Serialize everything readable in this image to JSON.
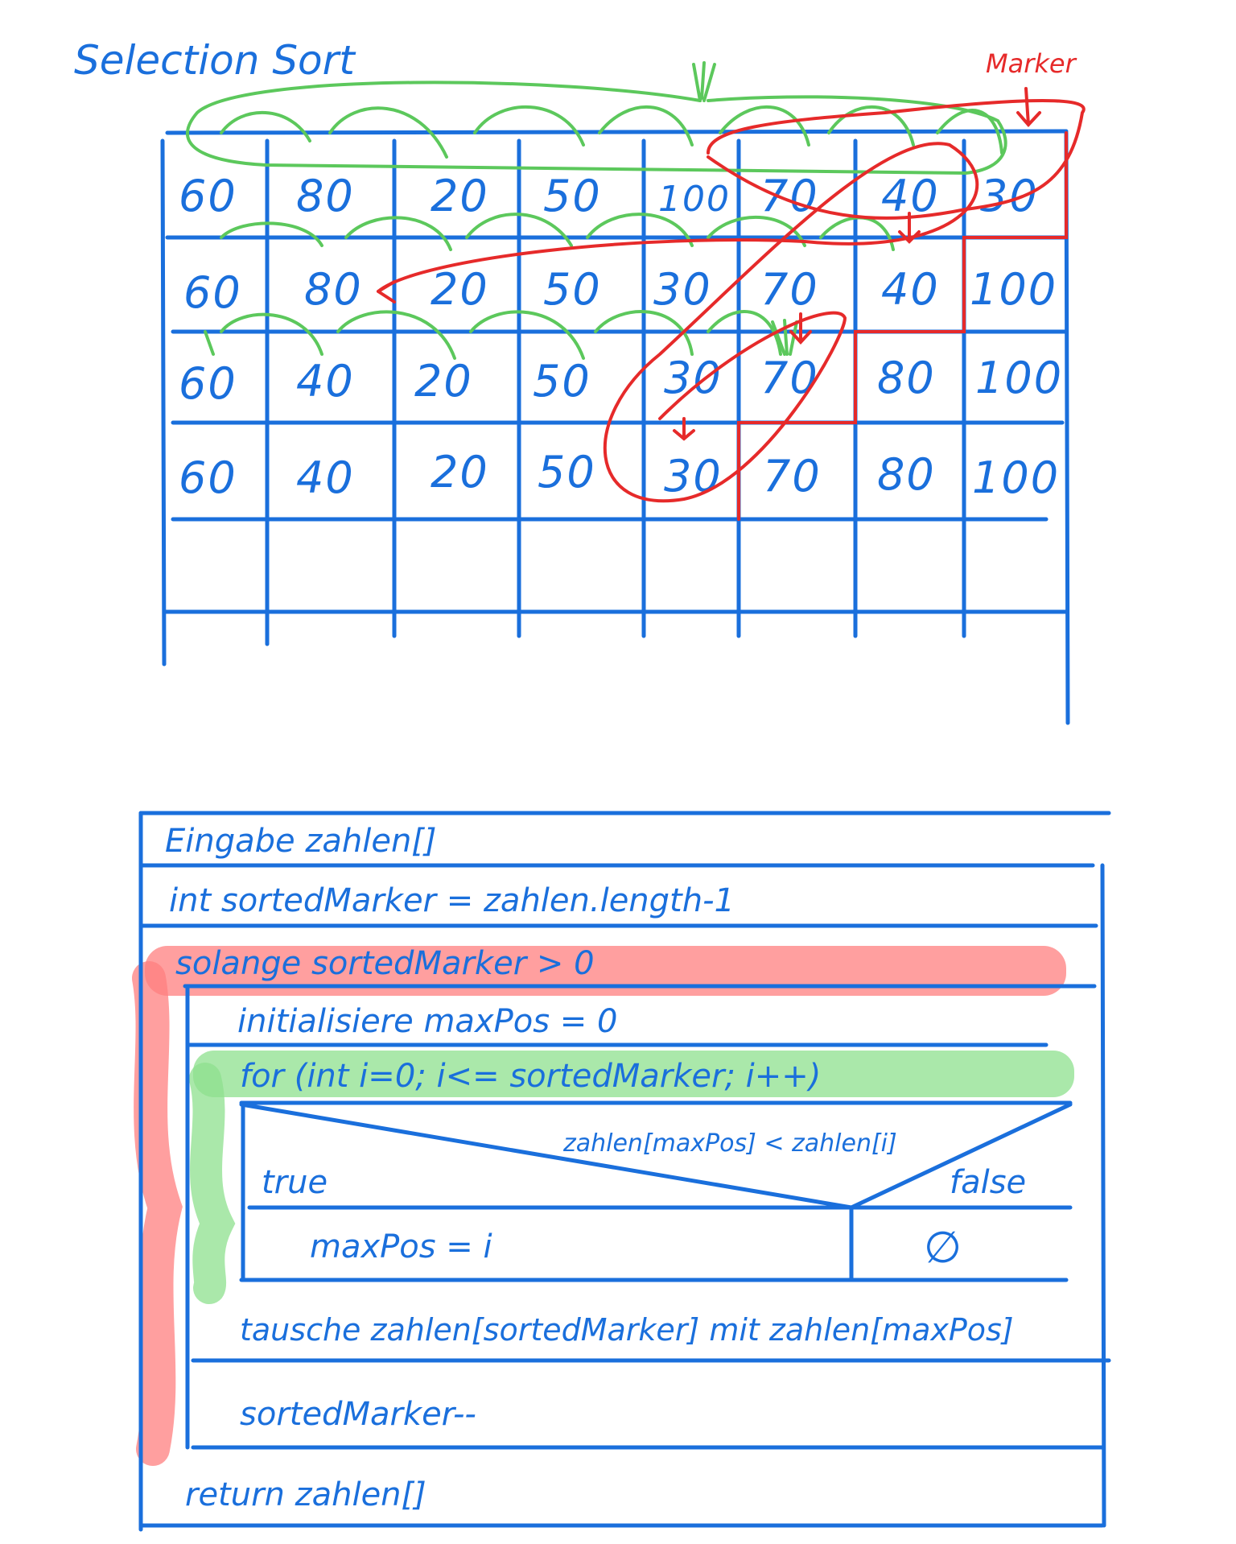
{
  "title": "Selection Sort",
  "marker_label": "Marker",
  "colors": {
    "ink_blue": "#1a6fdc",
    "arrow_green": "#5cc85c",
    "marker_red": "#e62a2a",
    "highlight_red": "#ff7f7f",
    "highlight_green": "#8ee08e"
  },
  "table": {
    "rows": [
      [
        "60",
        "80",
        "20",
        "50",
        "100",
        "70",
        "40",
        "30"
      ],
      [
        "60",
        "80",
        "20",
        "50",
        "30",
        "70",
        "40",
        "100"
      ],
      [
        "60",
        "40",
        "20",
        "50",
        "30",
        "70",
        "80",
        "100"
      ],
      [
        "60",
        "40",
        "20",
        "50",
        "30",
        "70",
        "80",
        "100"
      ]
    ]
  },
  "nsd": {
    "input": "Eingabe zahlen[]",
    "init_marker": "int sortedMarker = zahlen.length-1",
    "while_header": "solange sortedMarker > 0",
    "init_maxpos": "initialisiere maxPos = 0",
    "for_header": "for (int i=0; i<= sortedMarker; i++)",
    "condition": "zahlen[maxPos] < zahlen[i]",
    "true_label": "true",
    "false_label": "false",
    "true_action": "maxPos = i",
    "false_action": "∅",
    "swap": "tausche zahlen[sortedMarker] mit zahlen[maxPos]",
    "decrement": "sortedMarker--",
    "return": "return zahlen[]"
  }
}
